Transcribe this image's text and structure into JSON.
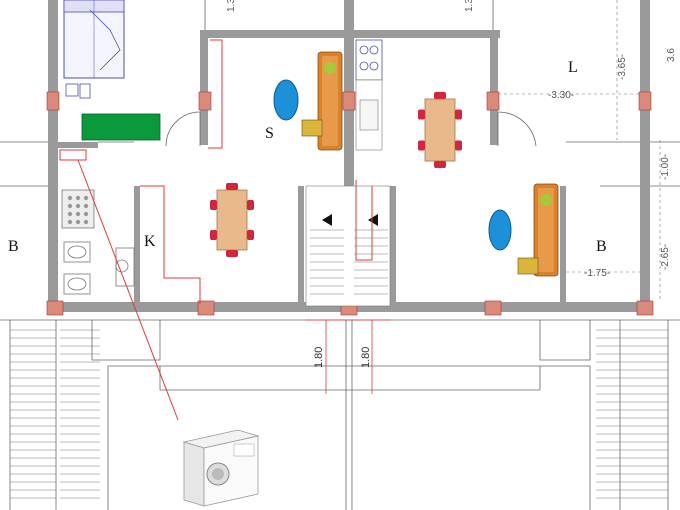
{
  "room_labels": {
    "L": "L",
    "S": "S",
    "K": "K",
    "B_left": "B",
    "B_right": "B"
  },
  "dimensions": {
    "d_330": "-3.30-",
    "d_365": "-3.65-",
    "d_100": "-1.00-",
    "d_265": "-2.65-",
    "d_175": "-1.75-",
    "d_180_a": "1.80",
    "d_180_b": "1.80",
    "d_top_a": "1.3",
    "d_top_b": "1.3",
    "d_edge": "3.6"
  },
  "colors": {
    "wall": "#9a9a9a",
    "sofa": "#d9822b",
    "table": "#e8b98a",
    "chair": "#d1263b",
    "rug": "#1e90d8",
    "green_counter": "#0a9a3c",
    "dimension_red": "#e23a3a",
    "hatch": "#d98a7a"
  },
  "icons": [
    "bed-icon",
    "washing-machine-icon",
    "sofa-icon",
    "dining-table-icon",
    "stove-icon",
    "sink-icon",
    "toilet-icon",
    "bidet-icon",
    "shower-icon",
    "staircase-icon",
    "door-swing-icon"
  ]
}
